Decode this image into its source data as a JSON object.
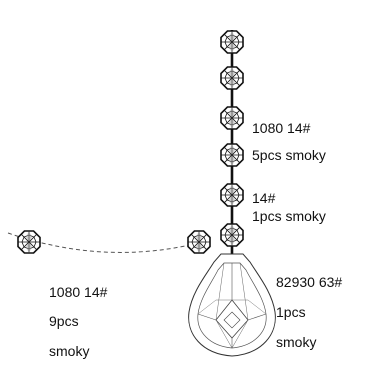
{
  "labels": {
    "chain_top": "1080 14#",
    "chain_top_qty": "5pcs smoky",
    "chain_mid": "14#",
    "chain_mid_qty": "1pcs smoky",
    "left_code": "1080 14#",
    "left_qty": "9pcs",
    "left_color": "smoky",
    "pendant_code": "82930 63#",
    "pendant_qty": "1pcs",
    "pendant_color": "smoky"
  },
  "icons": [
    "octagon-bead-icon",
    "teardrop-pendant-icon"
  ],
  "colors": {
    "stroke": "#111111",
    "background": "#ffffff",
    "dashed": "#555555"
  }
}
